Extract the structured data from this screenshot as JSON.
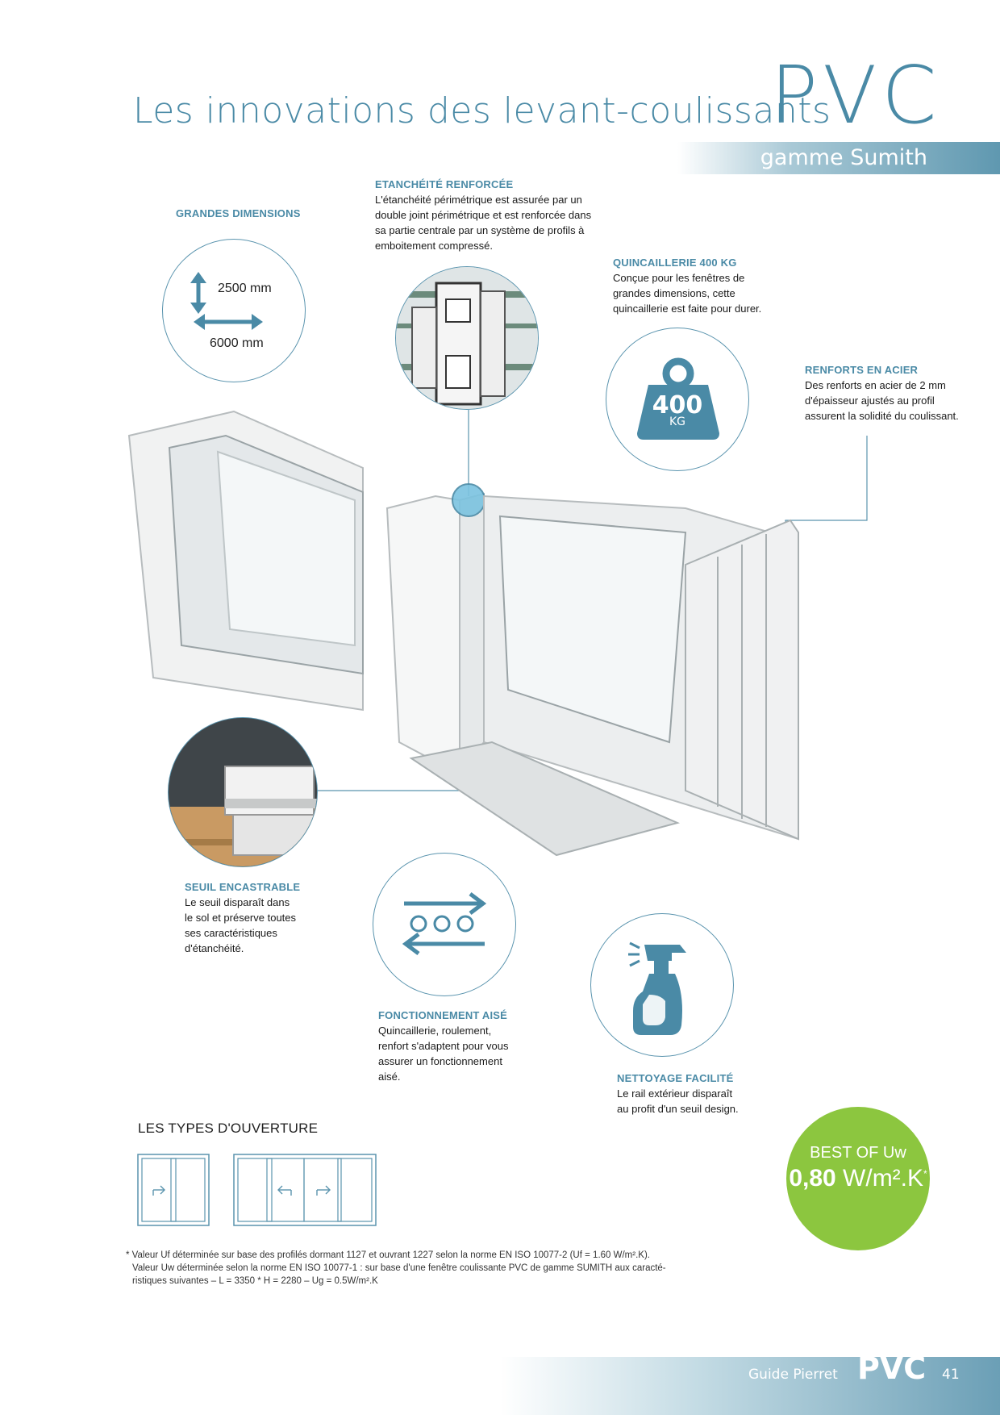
{
  "header": {
    "title": "Les innovations des levant-coulissants",
    "title_accent": "PVC",
    "subtitle": "gamme Sumith"
  },
  "features": {
    "grandes_dimensions": {
      "title": "GRANDES DIMENSIONS",
      "height": "2500 mm",
      "width": "6000 mm"
    },
    "etancheite": {
      "title": "ETANCHÉITÉ RENFORCÉE",
      "lines": [
        "L'étanchéité périmétrique est assurée par un",
        "double joint périmétrique et est renforcée dans",
        "sa partie centrale par un système de profils à",
        "emboitement compressé."
      ]
    },
    "quincaillerie": {
      "title": "QUINCAILLERIE 400 KG",
      "lines": [
        "Conçue pour les fenêtres de",
        "grandes dimensions, cette",
        "quincaillerie est faite pour durer."
      ],
      "weight_value": "400",
      "weight_unit": "KG"
    },
    "renforts": {
      "title": "RENFORTS EN ACIER",
      "lines": [
        "Des renforts en acier de 2 mm",
        "d'épaisseur ajustés au profil",
        "assurent la solidité du coulissant."
      ]
    },
    "seuil": {
      "title": "SEUIL ENCASTRABLE",
      "lines": [
        "Le seuil disparaît dans",
        "le sol et préserve toutes",
        "ses caractéristiques",
        "d'étanchéité."
      ]
    },
    "fonctionnement": {
      "title": "FONCTIONNEMENT AISÉ",
      "lines": [
        "Quincaillerie, roulement,",
        "renfort s'adaptent pour vous",
        "assurer un fonctionnement",
        "aisé."
      ]
    },
    "nettoyage": {
      "title": "NETTOYAGE FACILITÉ",
      "lines": [
        "Le rail extérieur disparaît",
        "au profit d'un seuil design."
      ]
    }
  },
  "types": {
    "title": "LES TYPES D'OUVERTURE"
  },
  "badge": {
    "line1": "BEST OF Uw",
    "value": "0,80",
    "unit": " W/m².K",
    "asterisk": "*"
  },
  "footnote": {
    "line1": "* Valeur Uf déterminée sur base des profilés dormant 1127 et ouvrant 1227 selon la norme EN ISO 10077-2 (Uf = 1.60 W/m².K).",
    "line2": "Valeur Uw déterminée selon la norme EN ISO 10077-1 : sur base d'une fenêtre coulissante PVC de gamme SUMITH aux caracté-",
    "line3": "ristiques suivantes – L = 3350 * H = 2280 – Ug = 0.5W/m².K"
  },
  "footer": {
    "label": "Guide Pierret",
    "brand": "PVC",
    "page": "41"
  },
  "colors": {
    "accent": "#4a8aa6",
    "badge_green": "#8cc63f"
  }
}
